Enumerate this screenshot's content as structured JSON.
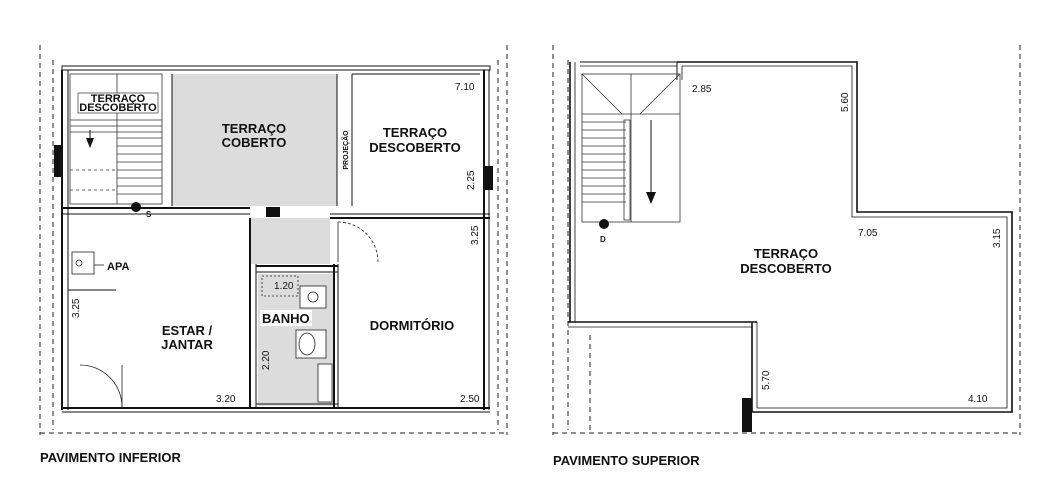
{
  "floors": {
    "lower": {
      "caption": "PAVIMENTO INFERIOR",
      "rooms": {
        "terraco_desc_small_1": "TERRAÇO",
        "terraco_desc_small_2": "DESCOBERTO",
        "terraco_coberto_1": "TERRAÇO",
        "terraco_coberto_2": "COBERTO",
        "terraco_desc_1": "TERRAÇO",
        "terraco_desc_2": "DESCOBERTO",
        "projecao": "PROJEÇÃO",
        "apa": "APA",
        "estar_1": "ESTAR /",
        "estar_2": "JANTAR",
        "banho": "BANHO",
        "dormitorio": "DORMITÓRIO"
      },
      "dims": {
        "d710": "7.10",
        "d225": "2.25",
        "d325r": "3.25",
        "d325l": "3.25",
        "d120": "1.20",
        "d220": "2.20",
        "d320": "3.20",
        "d250": "2.50"
      },
      "marker": "S"
    },
    "upper": {
      "caption": "PAVIMENTO SUPERIOR",
      "rooms": {
        "terraco_1": "TERRAÇO",
        "terraco_2": "DESCOBERTO"
      },
      "dims": {
        "d285": "2.85",
        "d560": "5.60",
        "d705": "7.05",
        "d315": "3.15",
        "d570": "5.70",
        "d410": "4.10"
      },
      "marker": "D"
    }
  }
}
